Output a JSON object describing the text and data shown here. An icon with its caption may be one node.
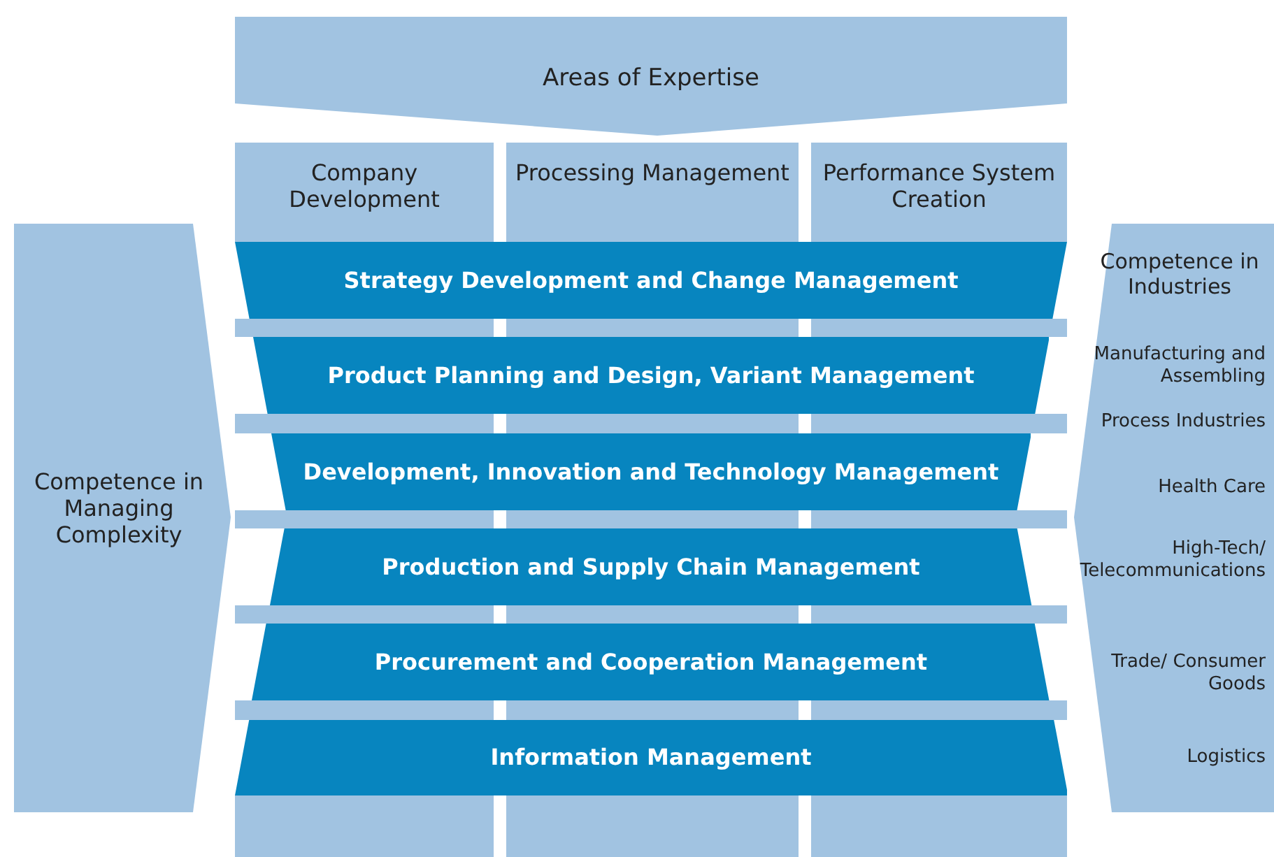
{
  "diagram": {
    "nodes": [
      {
        "text": [
          "Areas of Expertise"
        ]
      },
      {
        "text": [
          "Company Development"
        ]
      },
      {
        "text": [
          "Processing Management"
        ]
      },
      {
        "text": [
          "Performance System Creation"
        ]
      },
      {
        "text": [
          "Competence in Managing Complexity"
        ]
      },
      {
        "text": [
          "Competence in Industries",
          "Manufacturing and Assembling",
          "Process Industries",
          "Health Care",
          "High-Tech/ Telecommunications",
          "Trade/ Consumer Goods",
          "Logistics"
        ]
      },
      {
        "text": [
          "Strategy Development and Change Management"
        ]
      },
      {
        "text": [
          "Product Planning and Design, Variant Management"
        ]
      },
      {
        "text": [
          "Development, Innovation and Technology Management"
        ]
      },
      {
        "text": [
          "Production and Supply Chain Management"
        ]
      },
      {
        "text": [
          "Procurement and Cooperation Management"
        ]
      },
      {
        "text": [
          "Information Management"
        ]
      }
    ]
  }
}
